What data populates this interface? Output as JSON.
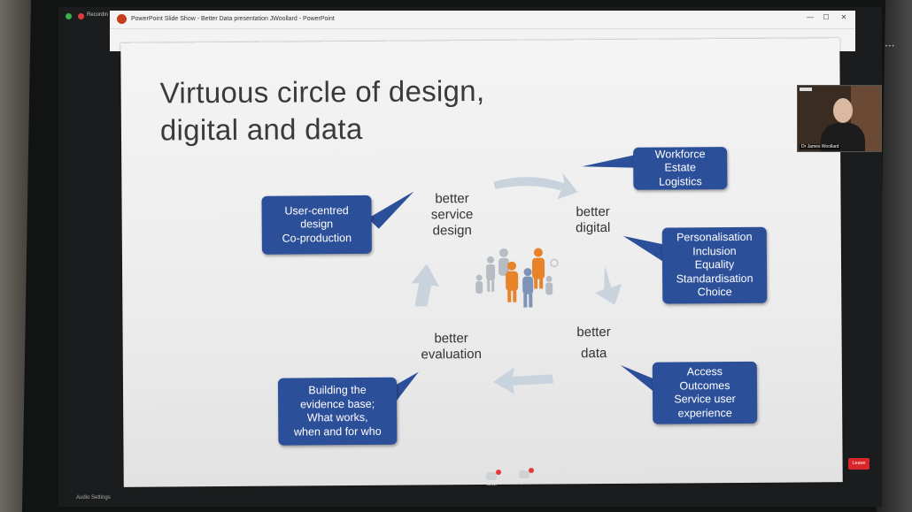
{
  "zoom": {
    "host_label": "Recordin",
    "audio_settings": "Audio Settings",
    "controls": {
      "chat": "Chat",
      "qa": "Q&A",
      "end": "Leave"
    }
  },
  "window": {
    "title": "PowerPoint Slide Show  -  Better Data presentation JWoollard  -  PowerPoint",
    "minimize": "—",
    "restore": "☐",
    "close": "✕"
  },
  "slide": {
    "title_lines": [
      "Virtuous circle of design,",
      "digital and data"
    ],
    "labels": {
      "service": [
        "better",
        "service",
        "design"
      ],
      "digital": [
        "better",
        "digital"
      ],
      "data": [
        "better",
        "data"
      ],
      "evaluation": [
        "better",
        "evaluation"
      ]
    },
    "callouts": {
      "user_centred": [
        "User-centred",
        "design",
        "Co-production"
      ],
      "workforce": [
        "Workforce",
        "Estate",
        "Logistics"
      ],
      "personalisation": [
        "Personalisation",
        "Inclusion",
        "Equality",
        "Standardisation",
        "Choice"
      ],
      "access": [
        "Access",
        "Outcomes",
        "Service user",
        "experience"
      ],
      "evidence": [
        "Building the",
        "evidence base;",
        "What works,",
        "when and for who"
      ]
    },
    "colors": {
      "callout_blue": "#2c4f9a",
      "arrow_grey": "#c9d3dd",
      "people_orange": "#e8832a",
      "people_blue": "#7d93b8",
      "people_grey": "#b7bcc4"
    }
  },
  "webcam": {
    "name": "Dr James Woollard"
  }
}
